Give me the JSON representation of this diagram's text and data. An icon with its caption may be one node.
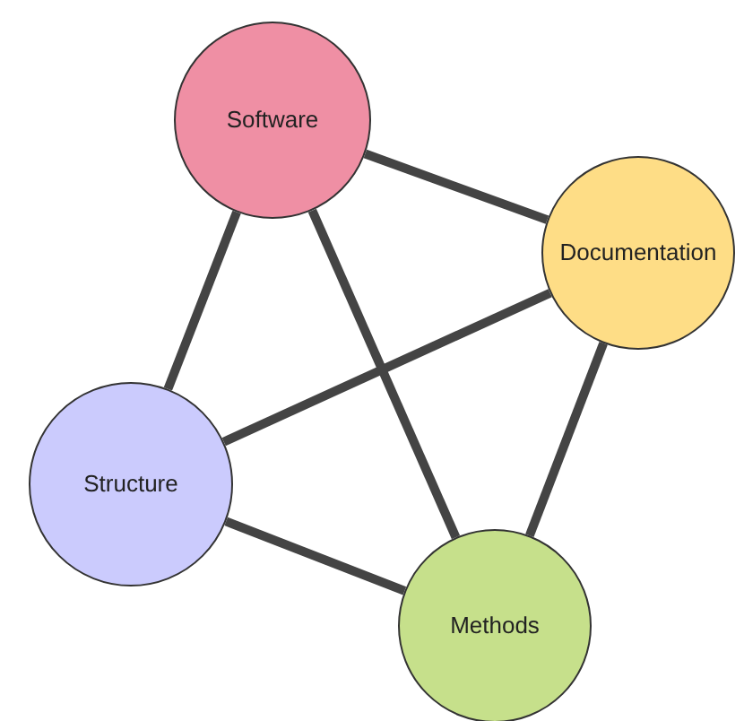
{
  "diagram": {
    "nodes": [
      {
        "text": [
          "Software"
        ]
      },
      {
        "text": [
          "Documentation"
        ]
      },
      {
        "text": [
          "Structure"
        ]
      },
      {
        "text": [
          "Methods"
        ]
      }
    ],
    "edges": [
      {
        "from": 0,
        "to": 1,
        "arrow": "none"
      },
      {
        "from": 0,
        "to": 2,
        "arrow": "none"
      },
      {
        "from": 0,
        "to": 3,
        "arrow": "none"
      },
      {
        "from": 1,
        "to": 2,
        "arrow": "none"
      },
      {
        "from": 1,
        "to": 3,
        "arrow": "none"
      },
      {
        "from": 2,
        "to": 3,
        "arrow": "none"
      }
    ]
  }
}
